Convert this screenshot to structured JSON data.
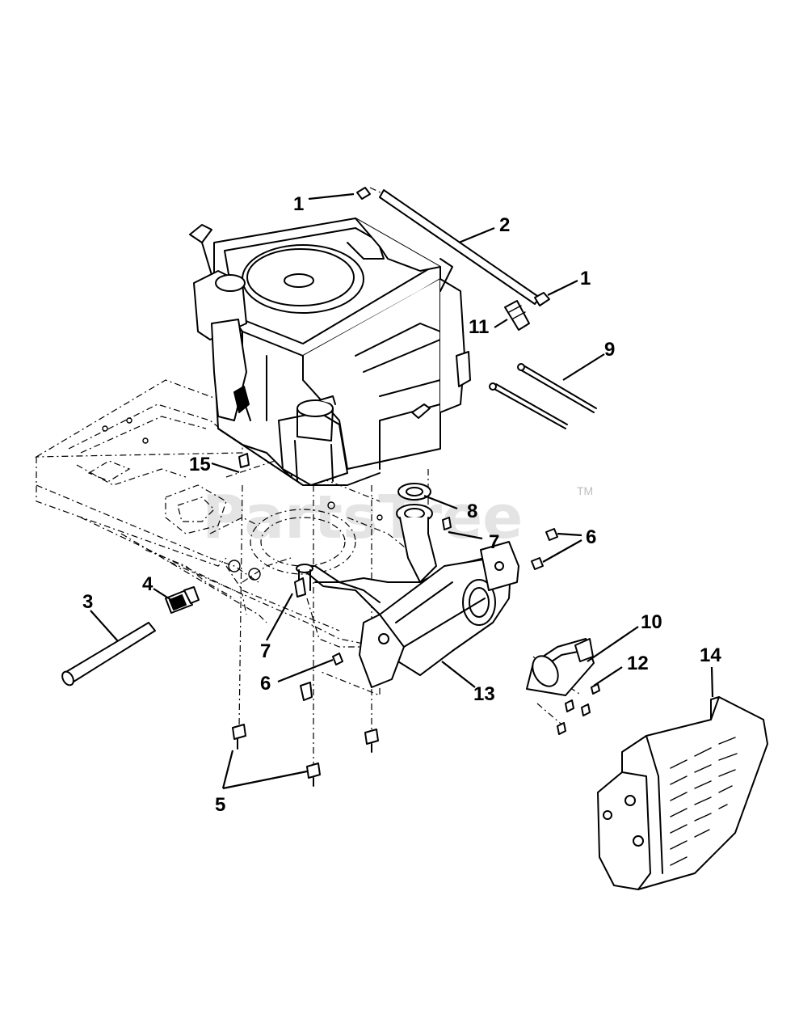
{
  "watermark": {
    "text": "PartsTree",
    "trademark": "TM"
  },
  "callouts": [
    "1",
    "2",
    "1",
    "11",
    "9",
    "15",
    "8",
    "7",
    "6",
    "3",
    "4",
    "7",
    "6",
    "13",
    "10",
    "12",
    "14",
    "5"
  ],
  "parts": {
    "engine": "engine",
    "frame": "tractor-frame",
    "muffler": "muffler",
    "heat_shield": "heat-shield",
    "deflector": "muffler-deflector",
    "spacer_tube": "spacer-tube",
    "throttle_rod": "rod",
    "cable_ties": "cable-ties"
  }
}
